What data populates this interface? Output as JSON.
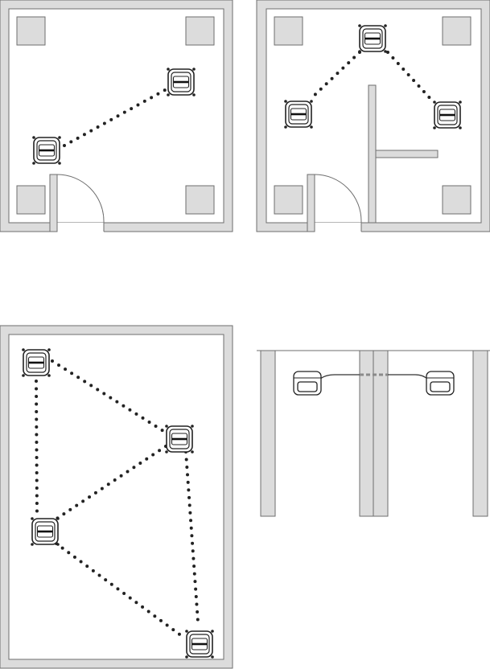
{
  "diagram": {
    "panels": [
      {
        "id": "open-room-two-units",
        "units": 2,
        "links": 1
      },
      {
        "id": "room-with-partition-relay",
        "units": 3,
        "links": 2
      },
      {
        "id": "large-room-mesh",
        "units": 4,
        "links": 5
      },
      {
        "id": "through-wall-side-view",
        "units": 2,
        "links": 1
      }
    ],
    "colors": {
      "wall": "#dcdcdc",
      "outline": "#6e6e6e",
      "signal_dots": "#222222",
      "device": "#ffffff"
    },
    "icons": [
      "wireless-unit-icon",
      "door-swing-icon",
      "pillar-icon"
    ]
  }
}
